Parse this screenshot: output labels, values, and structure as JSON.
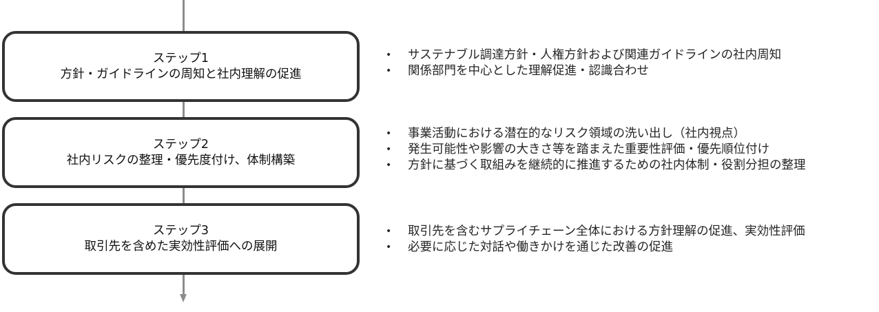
{
  "diagram": {
    "colors": {
      "box_border": "#333333",
      "connector": "#8c8c8c",
      "text": "#111111",
      "bullet_text": "#262626",
      "background": "#ffffff"
    },
    "bullet_glyph": "•",
    "steps": [
      {
        "label": "ステップ1",
        "title": "方針・ガイドラインの周知と社内理解の促進",
        "bullets": [
          "サステナブル調達方針・人権方針および関連ガイドラインの社内周知",
          "関係部門を中心とした理解促進・認識合わせ"
        ]
      },
      {
        "label": "ステップ2",
        "title": "社内リスクの整理・優先度付け、体制構築",
        "bullets": [
          "事業活動における潜在的なリスク領域の洗い出し（社内視点）",
          "発生可能性や影響の大きさ等を踏まえた重要性評価・優先順位付け",
          "方針に基づく取組みを継続的に推進するための社内体制・役割分担の整理"
        ]
      },
      {
        "label": "ステップ3",
        "title": "取引先を含めた実効性評価への展開",
        "bullets": [
          "取引先を含むサプライチェーン全体における方針理解の促進、実効性評価",
          "必要に応じた対話や働きかけを通じた改善の促進"
        ]
      }
    ]
  }
}
